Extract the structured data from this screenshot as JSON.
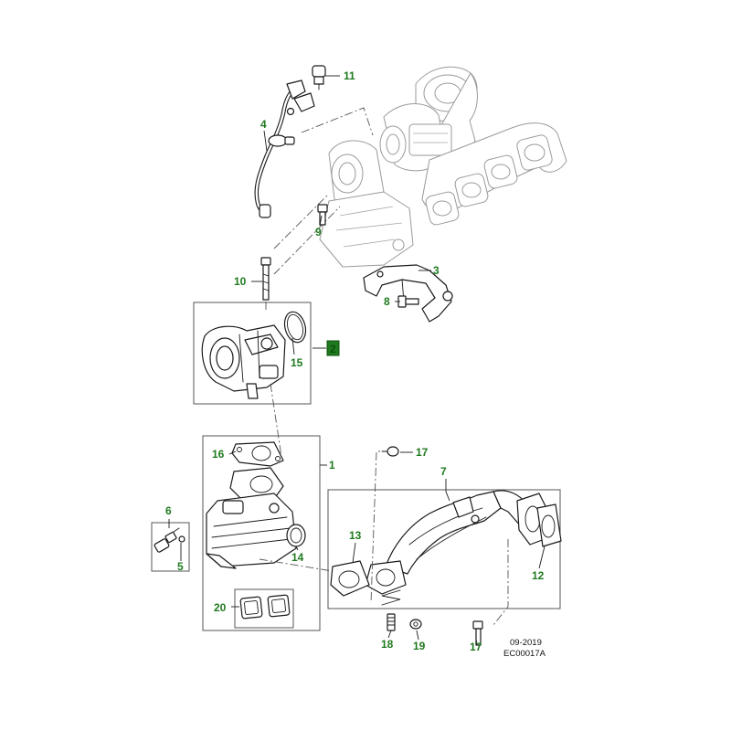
{
  "diagram": {
    "reference": {
      "date": "09-2019",
      "code": "EC00017A"
    },
    "callouts": [
      {
        "id": "c1",
        "label": "1"
      },
      {
        "id": "c2",
        "label": "2"
      },
      {
        "id": "c3",
        "label": "3"
      },
      {
        "id": "c4",
        "label": "4"
      },
      {
        "id": "c5",
        "label": "5"
      },
      {
        "id": "c6",
        "label": "6"
      },
      {
        "id": "c7",
        "label": "7"
      },
      {
        "id": "c8",
        "label": "8"
      },
      {
        "id": "c9",
        "label": "9"
      },
      {
        "id": "c10",
        "label": "10"
      },
      {
        "id": "c11",
        "label": "11"
      },
      {
        "id": "c12",
        "label": "12"
      },
      {
        "id": "c13",
        "label": "13"
      },
      {
        "id": "c14",
        "label": "14"
      },
      {
        "id": "c15",
        "label": "15"
      },
      {
        "id": "c16",
        "label": "16"
      },
      {
        "id": "c17a",
        "label": "17"
      },
      {
        "id": "c17b",
        "label": "17"
      },
      {
        "id": "c18",
        "label": "18"
      },
      {
        "id": "c19",
        "label": "19"
      },
      {
        "id": "c20",
        "label": "20"
      }
    ],
    "colors": {
      "callout": "#1f7a1f",
      "line": "#1a1a1a",
      "ghost": "#9a9a9a",
      "frame": "#555555"
    }
  }
}
